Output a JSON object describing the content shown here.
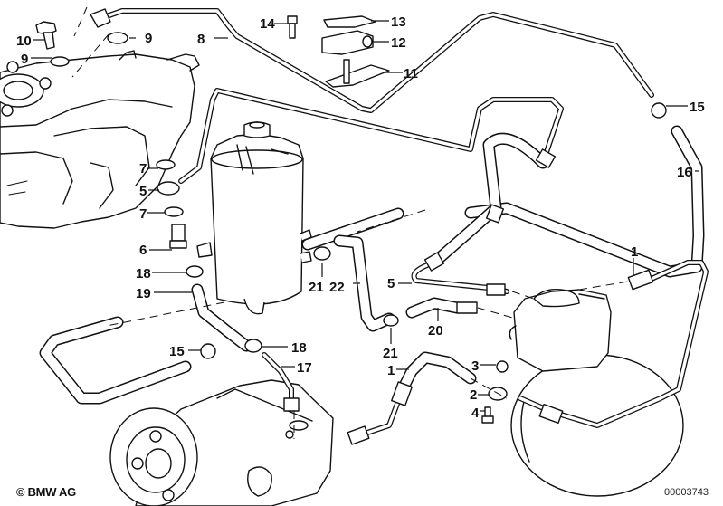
{
  "diagram": {
    "title": "Power steering oil carrier / hydraulic lines – parts diagram",
    "copyright": "© BMW AG",
    "document_number": "00003743",
    "callouts": [
      {
        "id": "c10",
        "label": "10",
        "part": "hollow bolt"
      },
      {
        "id": "c9a",
        "label": "9",
        "part": "gasket ring"
      },
      {
        "id": "c9b",
        "label": "9",
        "part": "gasket ring"
      },
      {
        "id": "c8",
        "label": "8",
        "part": "return pipe"
      },
      {
        "id": "c14",
        "label": "14",
        "part": "screw"
      },
      {
        "id": "c13",
        "label": "13",
        "part": "bracket"
      },
      {
        "id": "c12",
        "label": "12",
        "part": "rubber mount"
      },
      {
        "id": "c11",
        "label": "11",
        "part": "holder"
      },
      {
        "id": "c15a",
        "label": "15",
        "part": "hose clamp"
      },
      {
        "id": "c16",
        "label": "16",
        "part": "hose"
      },
      {
        "id": "c7a",
        "label": "7",
        "part": "gasket ring"
      },
      {
        "id": "c5a",
        "label": "5",
        "part": "banjo fitting"
      },
      {
        "id": "c7b",
        "label": "7",
        "part": "gasket ring"
      },
      {
        "id": "c6",
        "label": "6",
        "part": "hollow bolt"
      },
      {
        "id": "c18a",
        "label": "18",
        "part": "hose clamp"
      },
      {
        "id": "c19",
        "label": "19",
        "part": "suction hose"
      },
      {
        "id": "c21a",
        "label": "21",
        "part": "hose clamp"
      },
      {
        "id": "c22",
        "label": "22",
        "part": "hose"
      },
      {
        "id": "c5b",
        "label": "5",
        "part": "pressure hose"
      },
      {
        "id": "c20",
        "label": "20",
        "part": "hose"
      },
      {
        "id": "c21b",
        "label": "21",
        "part": "hose clamp"
      },
      {
        "id": "c1a",
        "label": "1",
        "part": "pressure pipe"
      },
      {
        "id": "c15b",
        "label": "15",
        "part": "hose clamp"
      },
      {
        "id": "c18b",
        "label": "18",
        "part": "hose clamp"
      },
      {
        "id": "c17",
        "label": "17",
        "part": "pipe"
      },
      {
        "id": "c1b",
        "label": "1",
        "part": "pressure hose"
      },
      {
        "id": "c3",
        "label": "3",
        "part": "nut"
      },
      {
        "id": "c2",
        "label": "2",
        "part": "clamp"
      },
      {
        "id": "c4",
        "label": "4",
        "part": "screw"
      }
    ]
  }
}
